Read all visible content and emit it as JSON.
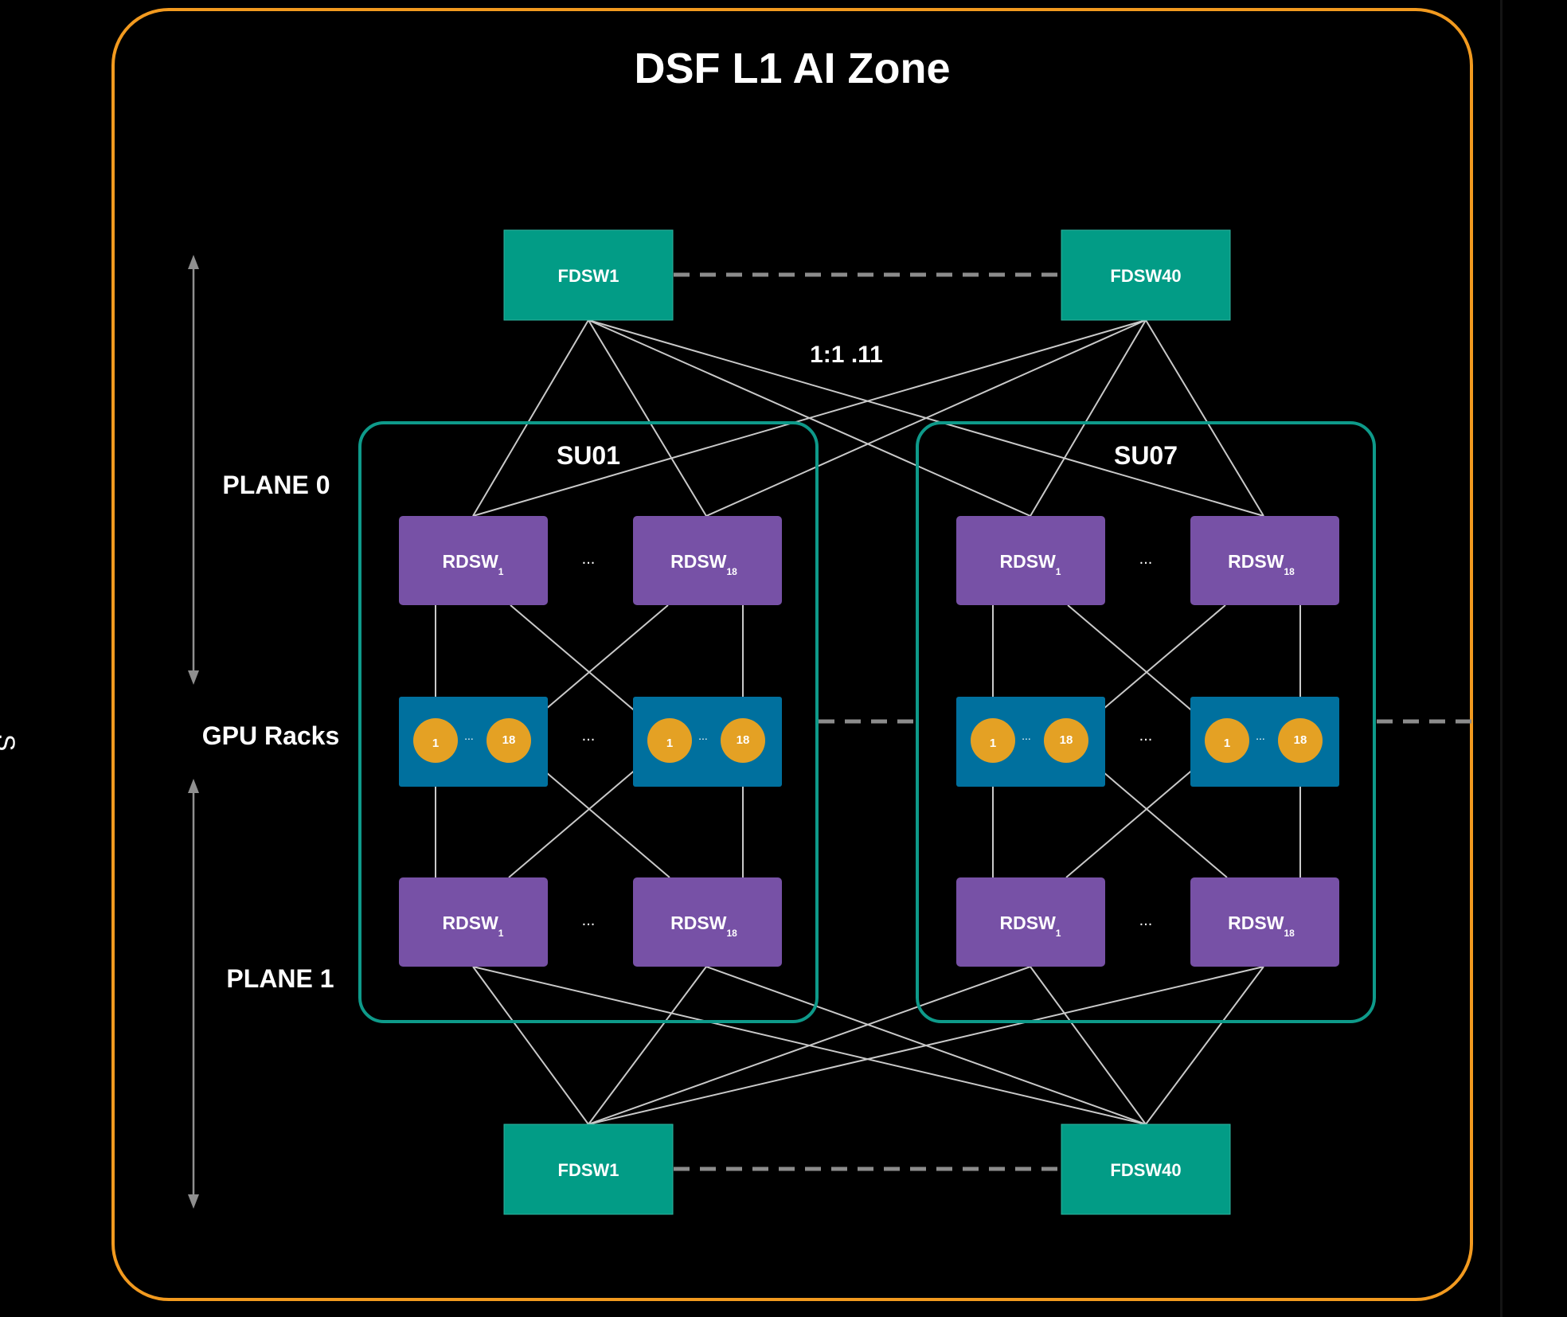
{
  "title": "DSF L1 AI Zone",
  "left_edge_text": "S",
  "colors": {
    "background": "#000000",
    "zone_border": "#f29a1f",
    "su_border": "#0e9a8a",
    "fdsw": "#029c86",
    "rdsw": "#7751a6",
    "gpu_rack": "#00709e",
    "gpu": "#e4a124",
    "link": "#c9c9c9",
    "dash": "#8c8c8c",
    "plane_arrow": "#8f8f8f",
    "right_edge_line": "#141414"
  },
  "side_labels": {
    "plane0": "PLANE 0",
    "gpu_racks": "GPU Racks",
    "plane1": "PLANE 1"
  },
  "ratio_label": "1:1 .11",
  "fdsw": {
    "top_left": "FDSW1",
    "top_right": "FDSW40",
    "bottom_left": "FDSW1",
    "bottom_right": "FDSW40"
  },
  "su_left": {
    "title": "SU01",
    "rdsw_base": "RDSW",
    "rdsw_first_sub": "1",
    "rdsw_last_sub": "18",
    "gpu_first": "1",
    "gpu_last": "18",
    "ellipsis": "..."
  },
  "su_right": {
    "title": "SU07",
    "rdsw_base": "RDSW",
    "rdsw_first_sub": "1",
    "rdsw_last_sub": "18",
    "gpu_first": "1",
    "gpu_last": "18",
    "ellipsis": "..."
  }
}
